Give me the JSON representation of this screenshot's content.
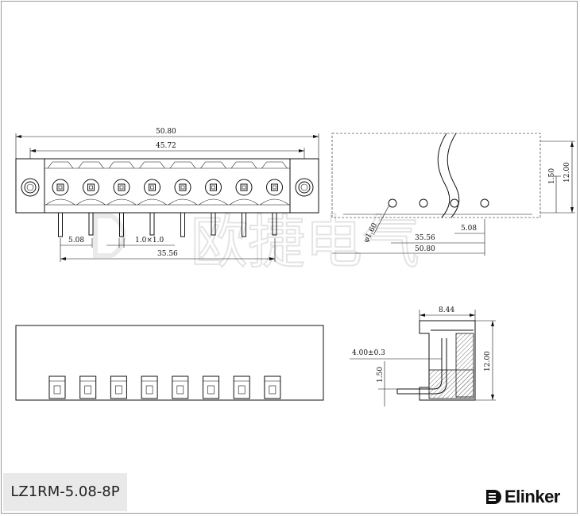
{
  "part_number": "LZ1RM-5.08-8P",
  "brand": "Elinker",
  "watermark": "欧捷电气",
  "front_view": {
    "overall_width": "50.80",
    "inner_width": "45.72",
    "pitch": "5.08",
    "pin_size": "1.0×1.0",
    "pin_span": "35.56",
    "positions": 8
  },
  "top_view": {
    "height_total": "12.00",
    "offset": "1.50",
    "hole_dia": "φ1.60",
    "pitch": "5.08",
    "span": "35.56",
    "overall": "50.80"
  },
  "side_view": {
    "depth": "8.44",
    "height": "12.00",
    "pin_len": "4.00±0.3",
    "offset": "1.50"
  },
  "colors": {
    "line": "#111111",
    "hatch": "#888888",
    "label_bg": "#e9e9e9",
    "frame": "#9a9a9a"
  }
}
